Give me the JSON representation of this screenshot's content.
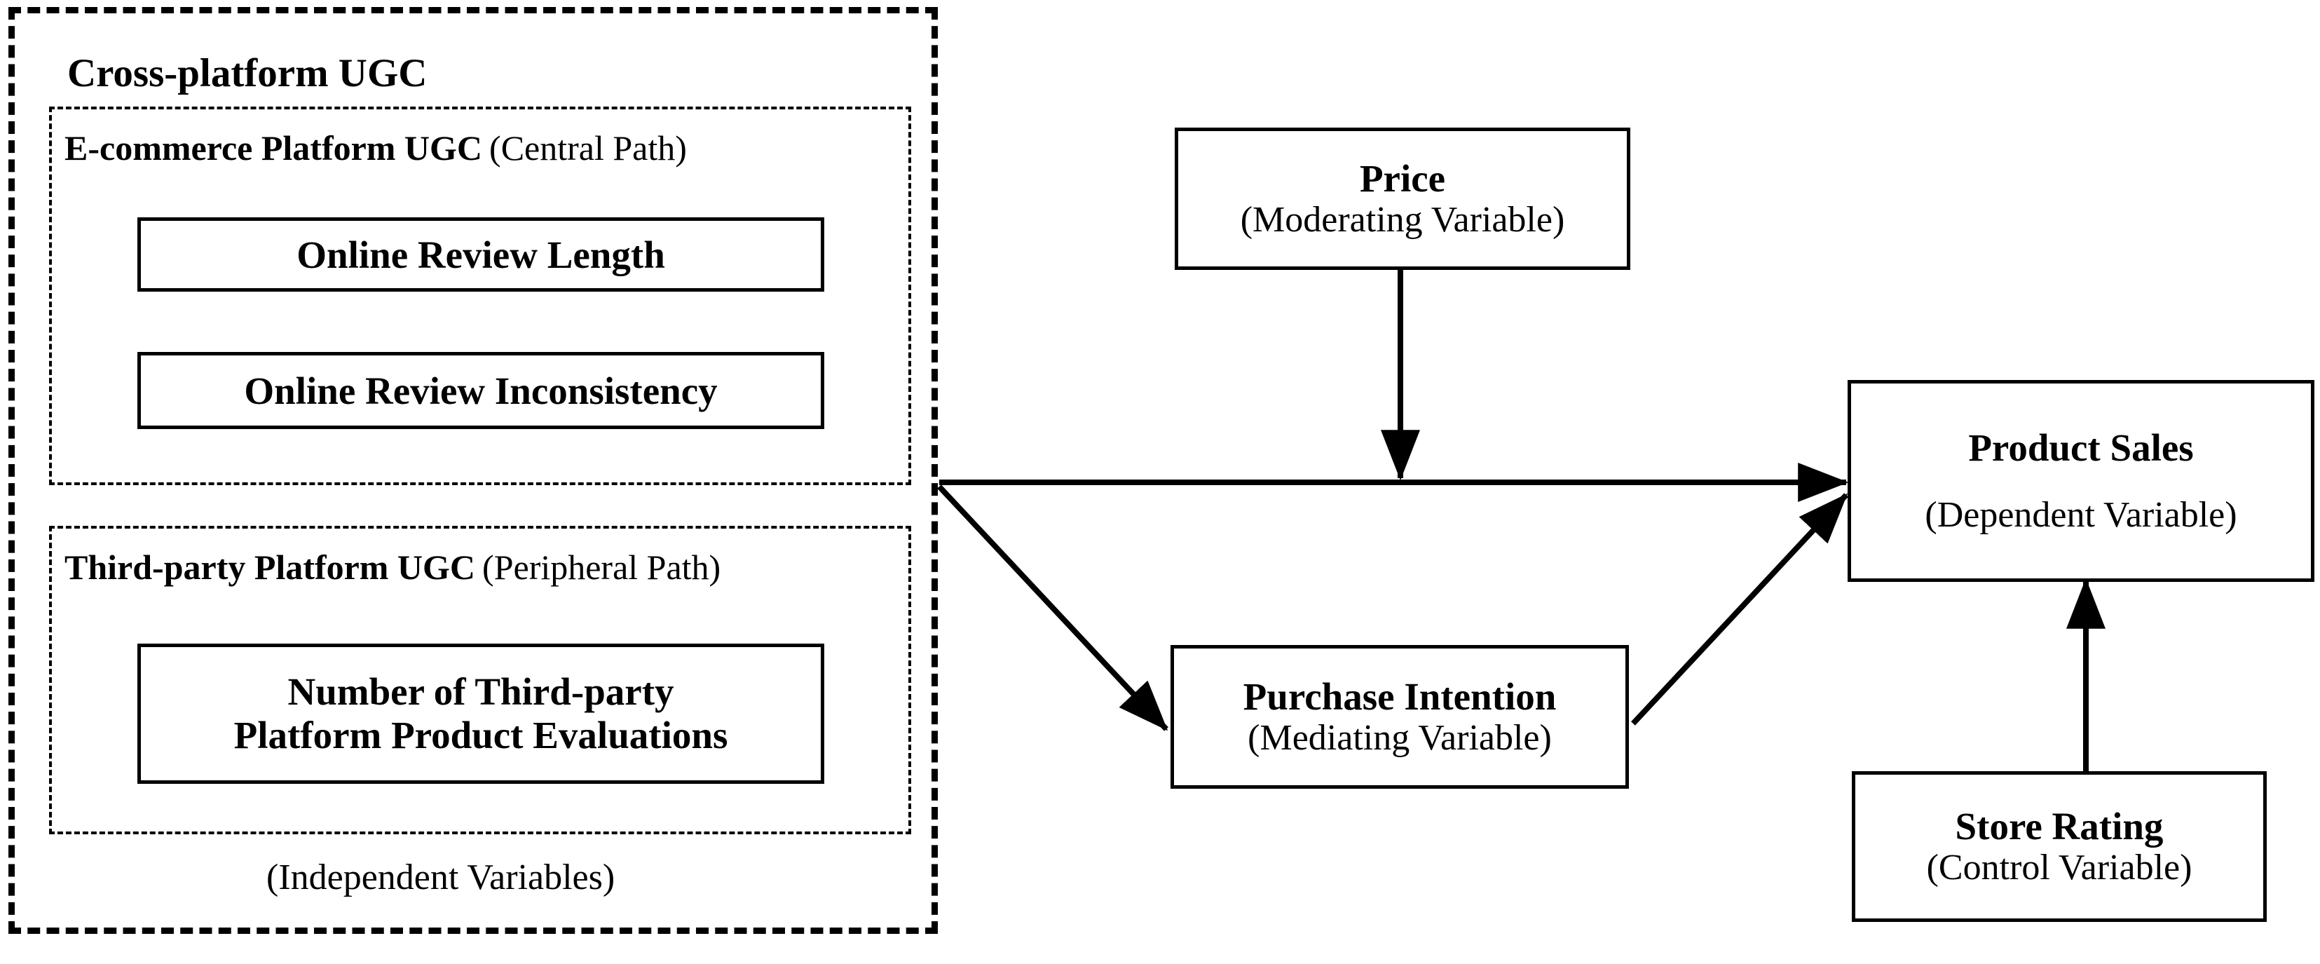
{
  "diagram": {
    "title_group": "Cross-platform UGC",
    "independent_caption": "(Independent Variables)",
    "sections": [
      {
        "name_bold": "E-commerce Platform UGC",
        "name_paren": "(Central Path)",
        "items": [
          {
            "label": "Online Review Length"
          },
          {
            "label": "Online Review Inconsistency"
          }
        ]
      },
      {
        "name_bold": "Third-party Platform UGC",
        "name_paren": "(Peripheral Path)",
        "items": [
          {
            "label_line1": "Number of Third-party",
            "label_line2": "Platform Product Evaluations"
          }
        ]
      }
    ],
    "nodes": {
      "price": {
        "title": "Price",
        "subtitle": "(Moderating Variable)"
      },
      "product_sales": {
        "title": "Product Sales",
        "subtitle": "(Dependent Variable)"
      },
      "purchase_intention": {
        "title": "Purchase Intention",
        "subtitle": "(Mediating Variable)"
      },
      "store_rating": {
        "title": "Store Rating",
        "subtitle": "(Control Variable)"
      }
    },
    "colors": {
      "stroke": "#000000",
      "background": "#ffffff"
    }
  }
}
